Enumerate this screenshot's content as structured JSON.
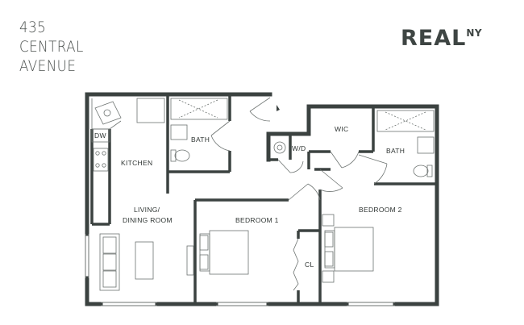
{
  "address": {
    "line1": "435",
    "line2": "CENTRAL",
    "line3": "AVENUE"
  },
  "brand": {
    "name": "REAL",
    "suffix": "NY"
  },
  "rooms": {
    "kitchen": "KITCHEN",
    "dw": "DW",
    "bath1": "BATH",
    "living_line1": "LIVING/",
    "living_line2": "DINING ROOM",
    "bedroom1": "BEDROOM 1",
    "closet": "CL",
    "wd": "W/D",
    "wic": "WIC",
    "bath2": "BATH",
    "bedroom2": "BEDROOM 2"
  },
  "colors": {
    "wall": "#3b4240",
    "line": "#6d7371",
    "text": "#2f3533"
  }
}
